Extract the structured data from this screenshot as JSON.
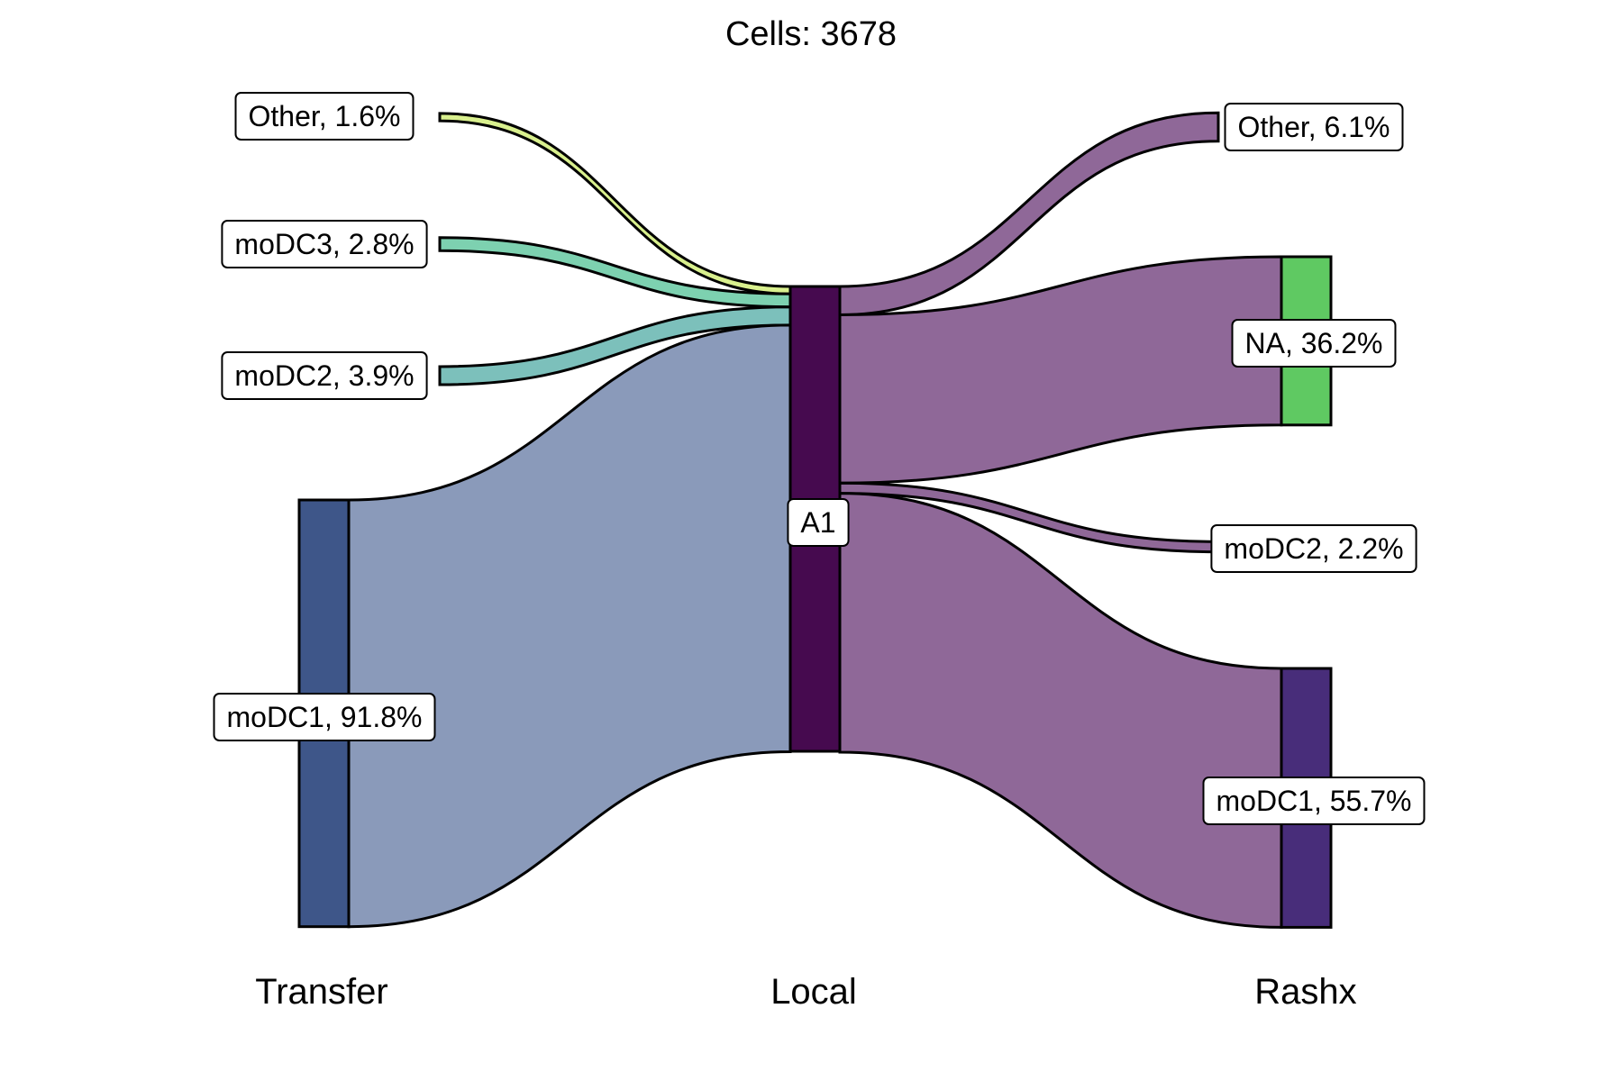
{
  "chart_data": {
    "type": "alluvial",
    "title": "Cells:  3678",
    "axes": [
      "Transfer",
      "Local",
      "Rashx"
    ],
    "total": 3678,
    "colors": {
      "Transfer": {
        "moDC1": "#3e5689",
        "moDC2": "#7cc0bb",
        "moDC3": "#7dd1b0",
        "Other": "#d9f08e"
      },
      "Local": {
        "A1": "#460a4f"
      },
      "Rashx": {
        "Other": "#8f6898",
        "NA": "#5fc962",
        "moDC2": "#8f6898",
        "moDC1": "#482d7a"
      },
      "flow_transfer": {
        "moDC1": "#8a9aba",
        "moDC2": "#7cc0bb",
        "moDC3": "#7dd1b0",
        "Other": "#d9f08e"
      },
      "flow_rashx": "#8f6898"
    },
    "nodes": {
      "Transfer": [
        {
          "key": "moDC1",
          "label": "moDC1, 91.8%",
          "percent": 91.8
        },
        {
          "key": "moDC2",
          "label": "moDC2, 3.9%",
          "percent": 3.9
        },
        {
          "key": "moDC3",
          "label": "moDC3, 2.8%",
          "percent": 2.8
        },
        {
          "key": "Other",
          "label": "Other, 1.6%",
          "percent": 1.6
        }
      ],
      "Local": [
        {
          "key": "A1",
          "label": "A1",
          "percent": 100
        }
      ],
      "Rashx": [
        {
          "key": "moDC1",
          "label": "moDC1, 55.7%",
          "percent": 55.7
        },
        {
          "key": "moDC2",
          "label": "moDC2, 2.2%",
          "percent": 2.2
        },
        {
          "key": "NA",
          "label": "NA, 36.2%",
          "percent": 36.2
        },
        {
          "key": "Other",
          "label": "Other, 6.1%",
          "percent": 6.1
        }
      ]
    }
  }
}
